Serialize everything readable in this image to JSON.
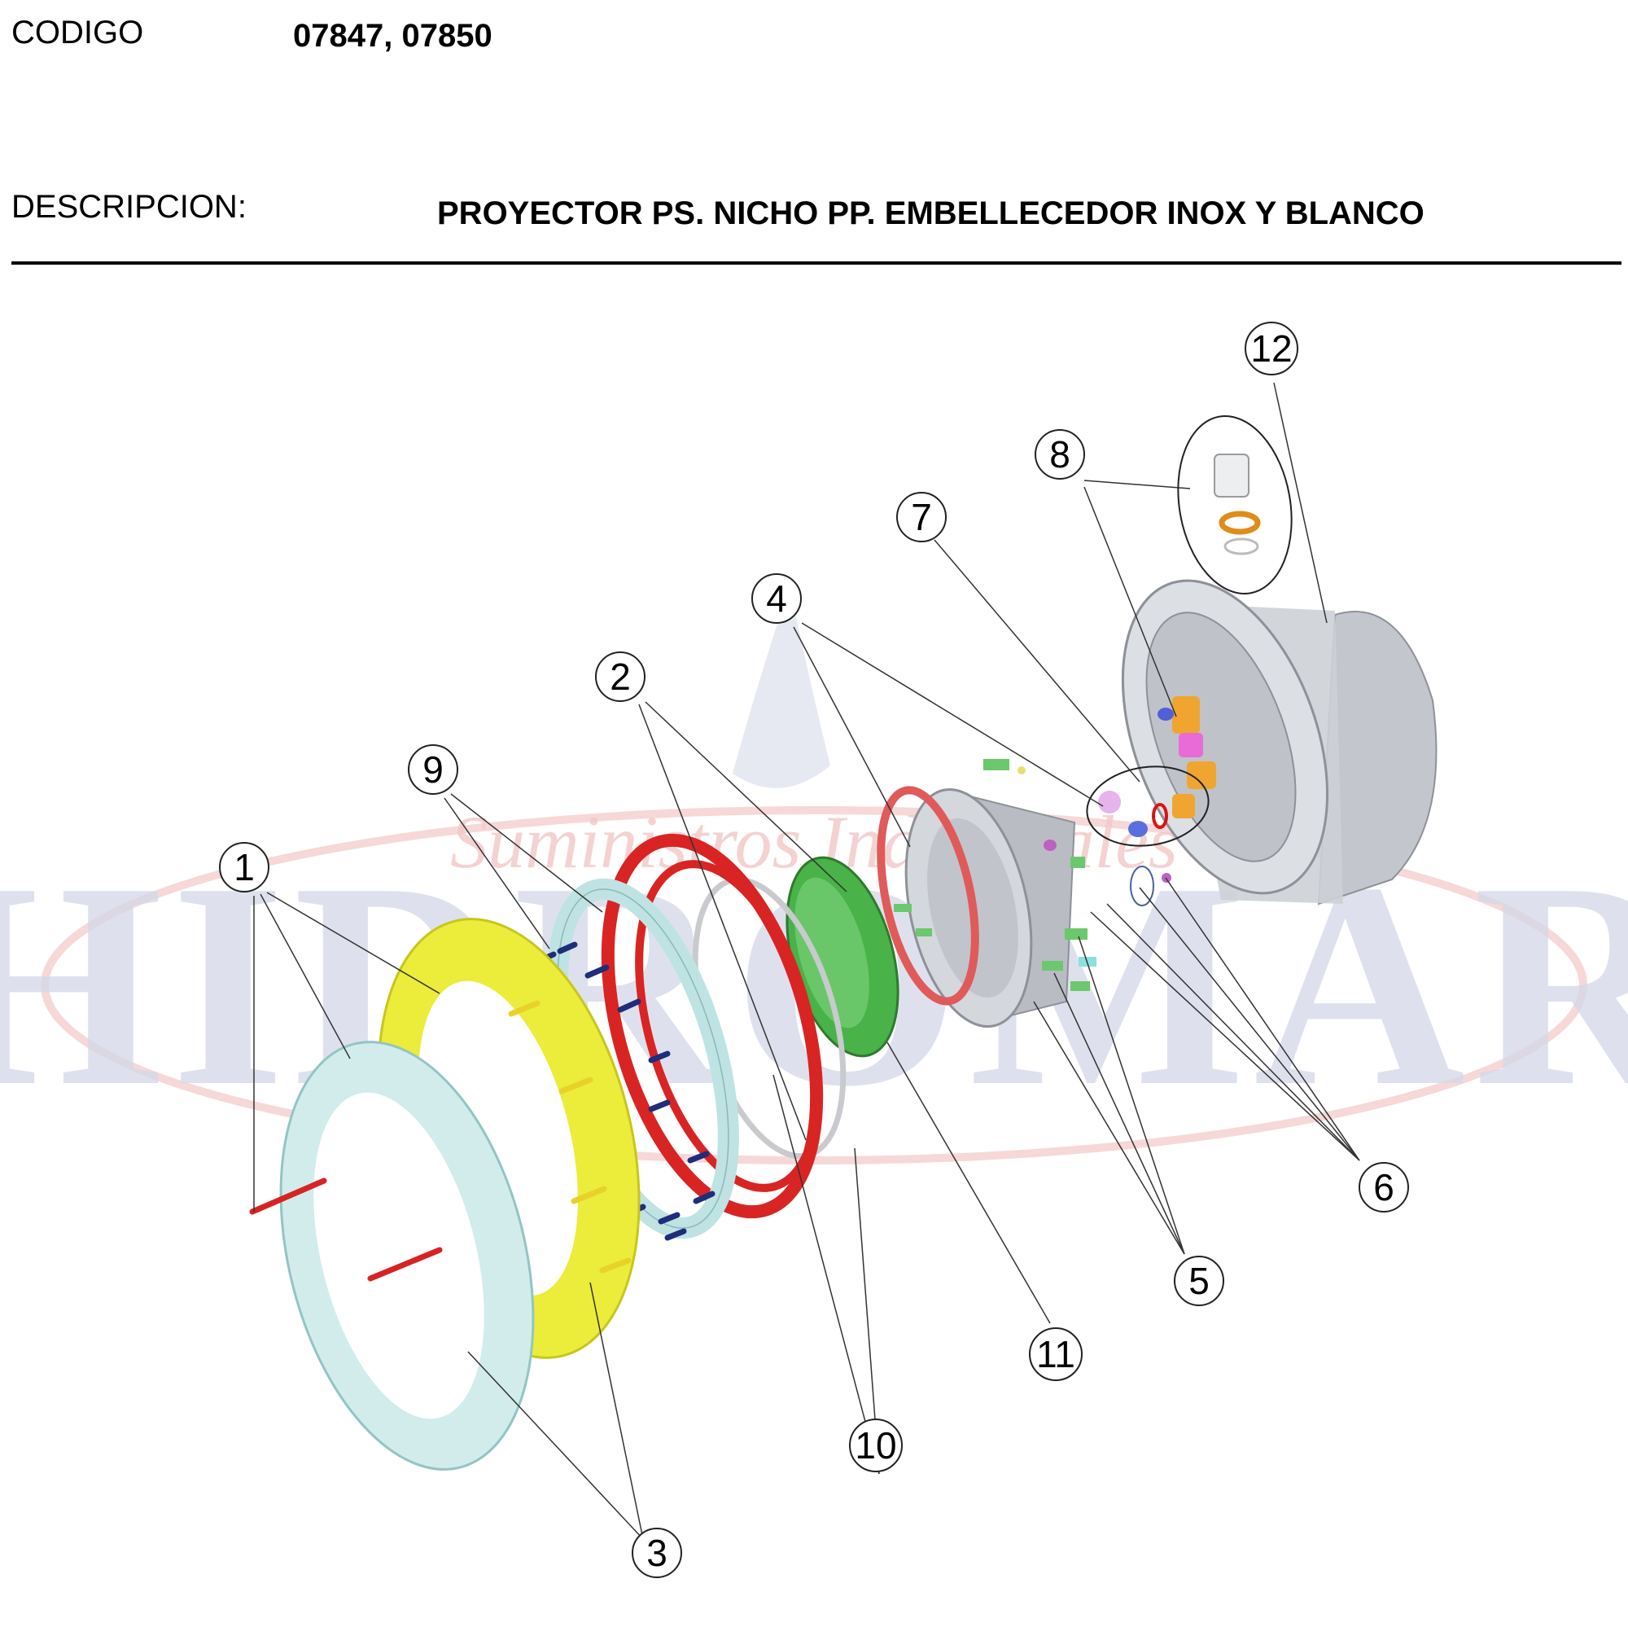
{
  "header": {
    "codigo_label": "CODIGO",
    "codigo_value": "07847, 07850",
    "descripcion_label": "DESCRIPCION:",
    "descripcion_value": "PROYECTOR PS. NICHO PP. EMBELLECEDOR INOX Y BLANCO"
  },
  "watermark": {
    "brand": "HIDROMAR",
    "tagline": "Suministros Industriales"
  },
  "callouts": [
    "1",
    "2",
    "3",
    "4",
    "5",
    "6",
    "7",
    "8",
    "9",
    "10",
    "11",
    "12"
  ],
  "colors": {
    "trim_ring": "#bfe3e3",
    "flange_ring": "#ecec3a",
    "gasket": "#e02a2a",
    "lens": "#3aa83a",
    "screws": "#1f2d7a",
    "housing": "#c9ccd3",
    "watermark_blue": "#d3d8e8",
    "watermark_red": "#f2c8c8"
  }
}
